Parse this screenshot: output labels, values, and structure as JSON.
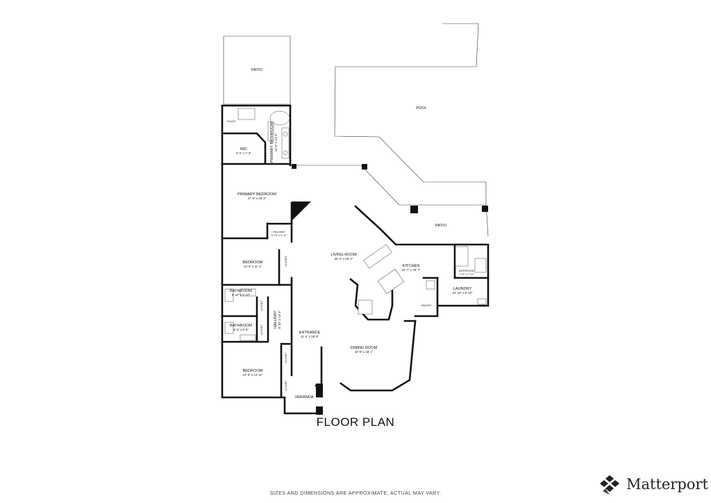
{
  "title": "FLOOR PLAN",
  "disclaimer": "SIZES AND DIMENSIONS ARE APPROXIMATE, ACTUAL MAY VARY.",
  "brand": "Matterport",
  "brand_mark": "matterport-logo-icon",
  "rooms": {
    "patio_top": {
      "name": "PATIO"
    },
    "pool": {
      "name": "POOL"
    },
    "patio_right": {
      "name": "PATIO"
    },
    "primary_bathroom": {
      "name": "PRIMARY BATHROOM",
      "dim": "13' 0\" x 14' 6\""
    },
    "toilet": {
      "name": "TOILET"
    },
    "wic": {
      "name": "WIC",
      "dim": "9' 6\" x 7' 3\""
    },
    "primary_bedroom": {
      "name": "PRIMARY BEDROOM",
      "dim": "17' 0\" x 19' 3\""
    },
    "hallway_1": {
      "name": "HALLWAY",
      "dim": "5' 10\" x 3' 11\""
    },
    "living_room": {
      "name": "LIVING ROOM",
      "dim": "25' 2\" x 26' 2\""
    },
    "kitchen": {
      "name": "KITCHEN",
      "dim": "22' 7\" x 18' 7\""
    },
    "bathroom_kitchen": {
      "name": "BATHROOM",
      "dim": "7' 11\" x 7' 11\""
    },
    "laundry": {
      "name": "LAUNDRY",
      "dim": "12' 10\" x 6' 10\""
    },
    "pantry": {
      "name": "PANTRY"
    },
    "bedroom_1": {
      "name": "BEDROOM",
      "dim": "14' 6\" x 11' 1\""
    },
    "closet_1": {
      "name": "CLOSET"
    },
    "bathroom_2": {
      "name": "BATHROOM",
      "dim": "9' 10\" x 5' 10\""
    },
    "closet_2": {
      "name": "CLOSET"
    },
    "hallway_2": {
      "name": "HALLWAY",
      "dim": "6' 10\" x 14' 1\""
    },
    "bathroom_3": {
      "name": "BATHROOM",
      "dim": "8' 2\" x 8' 8\""
    },
    "closet_3": {
      "name": "CLOSET"
    },
    "entrance": {
      "name": "ENTRANCE",
      "dim": "11' 8\" x 19' 8\""
    },
    "dining_room": {
      "name": "DINING ROOM",
      "dim": "19' 9\" x 18' 1\""
    },
    "bedroom_2": {
      "name": "BEDROOM",
      "dim": "14' 9\" x 13' 11\""
    },
    "closet_4": {
      "name": "CLOSET"
    },
    "closet_5": {
      "name": "CLOSET"
    },
    "veranda": {
      "name": "VERANDA"
    }
  }
}
